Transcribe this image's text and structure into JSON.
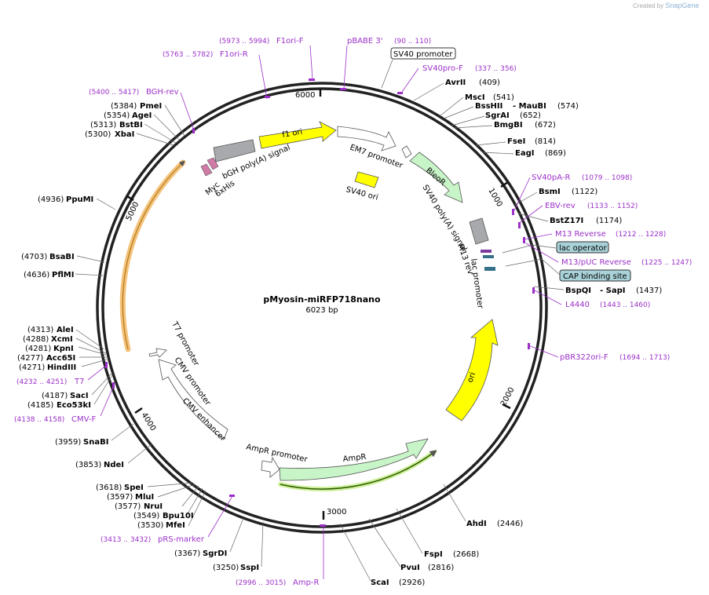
{
  "credit": {
    "prefix": "Created by",
    "brand": "SnapGene"
  },
  "plasmid": {
    "name": "pMyosin-miRFP718nano",
    "length": "6023 bp"
  },
  "tick_labels": [
    "1000",
    "2000",
    "3000",
    "4000",
    "5000",
    "6000"
  ],
  "features": {
    "f1_ori": "f1 ori",
    "em7": "EM7 promoter",
    "bleor": "BleoR",
    "sv40_ori": "SV40 ori",
    "sv40_polya": "SV40 poly(A) signal",
    "m13_rev": "M13 rev",
    "lac_promoter": "lac promoter",
    "ori": "ori",
    "ampr": "AmpR",
    "ampr_promoter": "AmpR promoter",
    "cmv_enhancer": "CMV enhancer",
    "cmv_promoter": "CMV promoter",
    "t7_promoter": "T7 promoter",
    "bgh": "bGH poly(A) signal",
    "sixhis": "6xHis",
    "myc": "Myc"
  },
  "boxed_labels": {
    "sv40_promoter": "SV40 promoter",
    "lac_operator": "lac operator",
    "cap": "CAP binding site"
  },
  "sites": {
    "avrii": [
      "AvrII",
      "(409)"
    ],
    "msci": [
      "MscI",
      "(541)"
    ],
    "bsshii": [
      "BssHII",
      "- MauBI",
      "(574)"
    ],
    "sgrai": [
      "SgrAI",
      "(652)"
    ],
    "bmgbi": [
      "BmgBI",
      "(672)"
    ],
    "fsei": [
      "FseI",
      "(814)"
    ],
    "eagi": [
      "EagI",
      "(869)"
    ],
    "bsmi": [
      "BsmI",
      "(1122)"
    ],
    "bstz17i": [
      "BstZ17I",
      "(1174)"
    ],
    "bspqi": [
      "BspQI",
      "- SapI",
      "(1437)"
    ],
    "ahdi": [
      "AhdI",
      "(2446)"
    ],
    "fspi": [
      "FspI",
      "(2668)"
    ],
    "pvui": [
      "PvuI",
      "(2816)"
    ],
    "scai": [
      "ScaI",
      "(2926)"
    ],
    "sspi": [
      "SspI",
      "(3250)"
    ],
    "sgrdi": [
      "SgrDI",
      "(3367)"
    ],
    "mfei": [
      "MfeI",
      "(3530)"
    ],
    "bpu10i": [
      "Bpu10I",
      "(3549)"
    ],
    "srui": [
      "NruI",
      "(3577)"
    ],
    "mlui": [
      "MluI",
      "(3597)"
    ],
    "spei": [
      "SpeI",
      "(3618)"
    ],
    "ndei": [
      "NdeI",
      "(3853)"
    ],
    "snabi": [
      "SnaBI",
      "(3959)"
    ],
    "eco53ki": [
      "Eco53kI",
      "(4185)"
    ],
    "saci": [
      "SacI",
      "(4187)"
    ],
    "hindiii": [
      "HindIII",
      "(4271)"
    ],
    "acc65i": [
      "Acc65I",
      "(4277)"
    ],
    "kpni": [
      "KpnI",
      "(4281)"
    ],
    "xcmi": [
      "XcmI",
      "(4288)"
    ],
    "alei": [
      "AleI",
      "(4313)"
    ],
    "pflmi": [
      "PflMI",
      "(4636)"
    ],
    "bsabi": [
      "BsaBI",
      "(4703)"
    ],
    "ppumi": [
      "PpuMI",
      "(4936)"
    ],
    "xbai": [
      "XbaI",
      "(5300)"
    ],
    "bstbi": [
      "BstBI",
      "(5313)"
    ],
    "agei": [
      "AgeI",
      "(5354)"
    ],
    "pmei": [
      "PmeI",
      "(5384)"
    ]
  },
  "primers": {
    "pbabe3": [
      "pBABE 3'",
      "(90 .. 110)"
    ],
    "sv40pro_f": [
      "SV40pro-F",
      "(337 .. 356)"
    ],
    "sv40pa_r": [
      "SV40pA-R",
      "(1079 .. 1098)"
    ],
    "ebv_rev": [
      "EBV-rev",
      "(1133 .. 1152)"
    ],
    "m13_reverse": [
      "M13 Reverse",
      "(1212 .. 1228)"
    ],
    "m13_puc": [
      "M13/pUC Reverse",
      "(1225 .. 1247)"
    ],
    "l4440": [
      "L4440",
      "(1443 .. 1460)"
    ],
    "pbr322": [
      "pBR322ori-F",
      "(1694 .. 1713)"
    ],
    "amp_r": [
      "Amp-R",
      "(2996 .. 3015)"
    ],
    "prs_marker": [
      "pRS-marker",
      "(3413 .. 3432)"
    ],
    "cmv_f": [
      "CMV-F",
      "(4138 .. 4158)"
    ],
    "t7": [
      "T7",
      "(4232 .. 4251)"
    ],
    "bgh_rev": [
      "BGH-rev",
      "(5400 .. 5417)"
    ],
    "f1ori_r": [
      "F1ori-R",
      "(5763 .. 5782)"
    ],
    "f1ori_f": [
      "F1ori-F",
      "(5973 .. 5994)"
    ]
  },
  "colors": {
    "primer": "#9b30c8",
    "yellow": "#ffff00",
    "green": "#c8f5c8",
    "grey": "#a7a9ac",
    "teal": "#a9d2d8",
    "highlight": "#f5c27a"
  }
}
